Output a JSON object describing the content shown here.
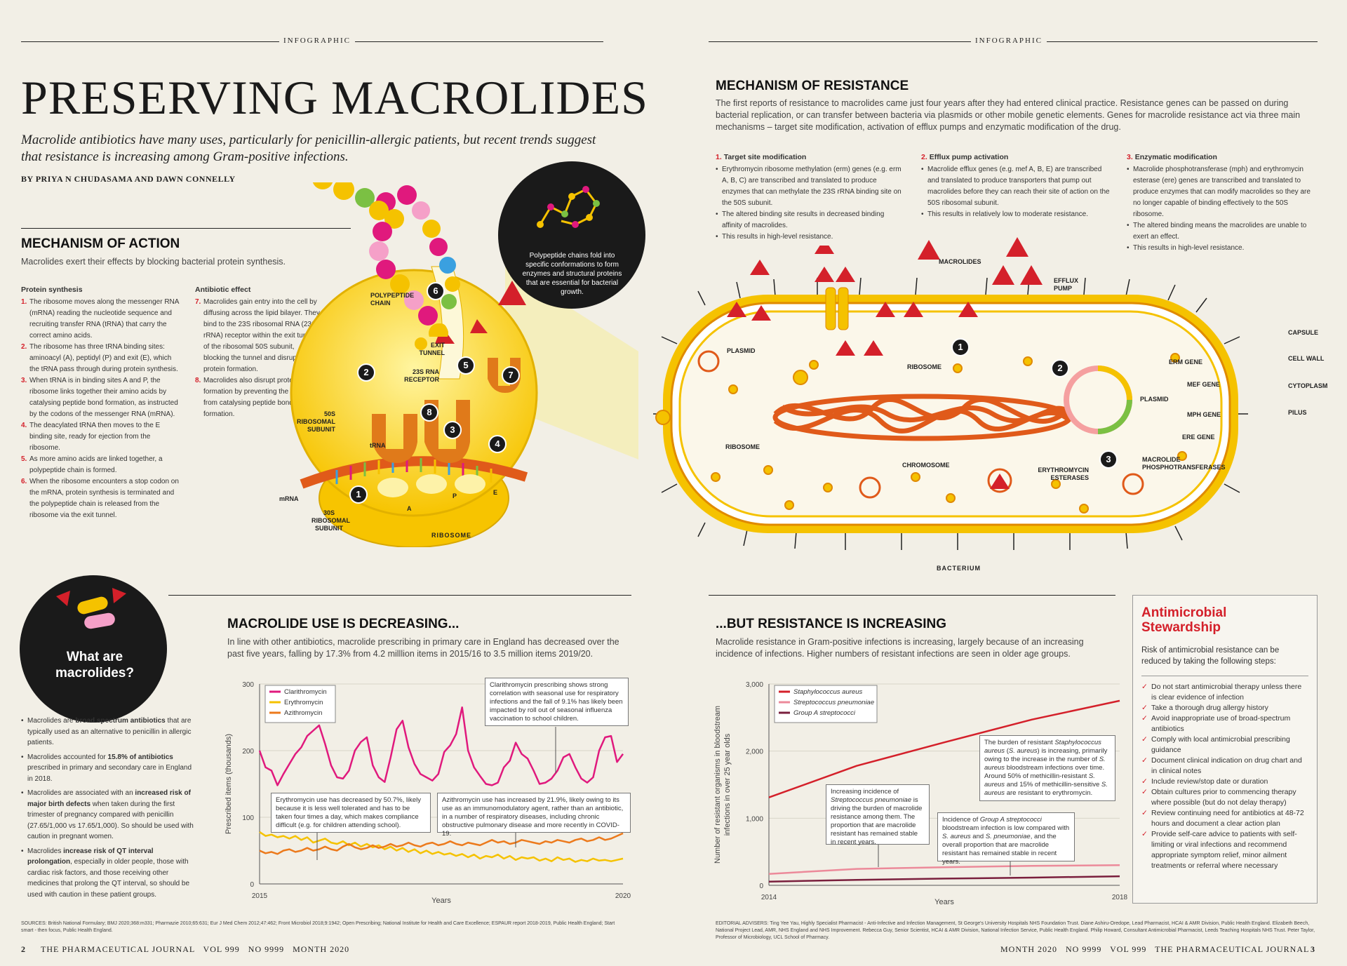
{
  "header": {
    "left_label": "INFOGRAPHIC",
    "right_label": "INFOGRAPHIC"
  },
  "title": "PRESERVING MACROLIDES",
  "subtitle": "Macrolide antibiotics have many uses, particularly for penicillin-allergic patients, but recent trends suggest that resistance is increasing among Gram-positive infections.",
  "byline": "BY PRIYA N CHUDASAMA AND DAWN CONNELLY",
  "action": {
    "heading": "MECHANISM OF ACTION",
    "intro": "Macrolides exert their effects by blocking bacterial protein synthesis.",
    "protein_heading": "Protein synthesis",
    "protein_steps": [
      {
        "n": "1.",
        "text": "The ribosome moves along the messenger RNA (mRNA) reading the nucleotide sequence and recruiting transfer RNA (tRNA) that carry the correct amino acids."
      },
      {
        "n": "2.",
        "text": "The ribosome has three tRNA binding sites: aminoacyl (A), peptidyl (P) and exit (E), which the tRNA pass through during protein synthesis."
      },
      {
        "n": "3.",
        "text": "When tRNA is in binding sites A and P, the ribosome links together their amino acids by catalysing peptide bond formation, as instructed by the codons of the messenger RNA (mRNA)."
      },
      {
        "n": "4.",
        "text": "The deacylated tRNA then moves to the E binding site, ready for ejection from the ribosome."
      },
      {
        "n": "5.",
        "text": "As more amino acids are linked together, a polypeptide chain is formed."
      },
      {
        "n": "6.",
        "text": "When the ribosome encounters a stop codon on the mRNA, protein synthesis is terminated and the polypeptide chain is released from the ribosome via the exit tunnel."
      }
    ],
    "effect_heading": "Antibiotic effect",
    "effect_steps": [
      {
        "n": "7.",
        "text": "Macrolides gain entry into the cell by diffusing across the lipid bilayer. They bind to the 23S ribosomal RNA (23S rRNA) receptor within the exit tunnel of the ribosomal 50S subunit, blocking the tunnel and disrupting protein formation."
      },
      {
        "n": "8.",
        "text": "Macrolides also disrupt protein formation by preventing the ribosome from catalysing peptide bond formation."
      }
    ],
    "bubble_text": "Polypeptide chains fold into specific conformations to form enzymes and structural proteins that are essential for bacterial growth.",
    "labels": {
      "polypeptide": "POLYPEPTIDE CHAIN",
      "exit_tunnel": "EXIT TUNNEL",
      "receptor": "23S RNA RECEPTOR",
      "s50": "50S RIBOSOMAL SUBUNIT",
      "trna": "tRNA",
      "mrna": "mRNA",
      "s30": "30S RIBOSOMAL SUBUNIT",
      "ribosome": "RIBOSOME",
      "a": "A",
      "p": "P",
      "e": "E"
    }
  },
  "resistance": {
    "heading": "MECHANISM OF RESISTANCE",
    "intro": "The first reports of resistance to macrolides came just four years after they had entered clinical practice. Resistance genes can be passed on during bacterial replication, or can transfer between bacteria via plasmids or other mobile genetic elements. Genes for macrolide resistance act via three main mechanisms – target site modification, activation of efflux pumps and enzymatic modification of the drug.",
    "mechanisms": [
      {
        "n": "1.",
        "title": "Target site modification",
        "bullets": [
          "Erythromycin ribosome methylation (erm) genes (e.g. erm A, B, C) are transcribed and translated to produce enzymes that can methylate the 23S rRNA binding site on the 50S subunit.",
          "The altered binding site results in decreased binding affinity of macrolides.",
          "This results in high-level resistance."
        ]
      },
      {
        "n": "2.",
        "title": "Efflux pump activation",
        "bullets": [
          "Macrolide efflux genes (e.g. mef A, B, E) are transcribed and translated to produce transporters that pump out macrolides before they can reach their site of action on the 50S ribosomal subunit.",
          "This results in relatively low to moderate resistance."
        ]
      },
      {
        "n": "3.",
        "title": "Enzymatic modification",
        "bullets": [
          "Macrolide phosphotransferase (mph) and erythromycin esterase (ere) genes are transcribed and translated to produce enzymes that can modify macrolides so they are no longer capable of binding effectively to the 50S ribosome.",
          "The altered binding means the macrolides are unable to exert an effect.",
          "This results in high-level resistance."
        ]
      }
    ],
    "labels": {
      "macrolides": "MACROLIDES",
      "efflux": "EFFLUX PUMP",
      "plasmid": "PLASMID",
      "ribosome_top": "RIBOSOME",
      "ribosome_left": "RIBOSOME",
      "chromosome": "CHROMOSOME",
      "erm": "ERM GENE",
      "mef": "MEF GENE",
      "plasmid2": "PLASMID",
      "mph": "MPH GENE",
      "ere": "ERE GENE",
      "esterases": "ERYTHROMYCIN ESTERASES",
      "phospho": "MACROLIDE PHOSPHOTRANSFERASES",
      "capsule": "CAPSULE",
      "cellwall": "CELL WALL",
      "cytoplasm": "CYTOPLASM",
      "pilus": "PILUS",
      "bacterium": "BACTERIUM"
    }
  },
  "what": {
    "title": "What are macrolides?",
    "bullets": [
      {
        "pre": "Macrolides are ",
        "bold": "broad spectrum antibiotics",
        "post": " that are typically used as an alternative to penicillin in allergic patients."
      },
      {
        "pre": "Macrolides accounted for ",
        "bold": "15.8% of antibiotics",
        "post": " prescribed in primary and secondary care in England in 2018."
      },
      {
        "pre": "Macrolides are associated with an ",
        "bold": "increased risk of major birth defects",
        "post": " when taken during the first trimester of pregnancy compared with penicillin (27.65/1,000 vs 17.65/1,000). So should be used with caution in pregnant women."
      },
      {
        "pre": "Macrolides ",
        "bold": "increase risk of QT interval prolongation",
        "post": ", especially in older people, those with cardiac risk factors, and those receiving other medicines that prolong the QT interval, so should be used with caution in these patient groups."
      }
    ]
  },
  "use": {
    "heading": "MACROLIDE USE IS DECREASING...",
    "intro": "In line with other antibiotics, macrolide prescribing in primary care in England has decreased over the past five years, falling by 17.3% from 4.2 milllion items in 2015/16 to 3.5 million items 2019/20.",
    "annot_clari": "Clarithromycin prescribing shows strong correlation with seasonal use for respiratory infections and the fall of 9.1% has likely been impacted by roll out of seasonal influenza vaccination to school children.",
    "annot_ery": "Erythromycin use has decreased by 50.7%, likely because it is less well tolerated and has to be taken four times a day, which makes compliance difficult (e.g. for children attending school).",
    "annot_azi": "Azithromycin use has increased by 21.9%, likely owing to its use as an immunomodulatory agent, rather than an antibiotic, in a number of respiratory diseases, including chronic obstructive pulmonary disease and more recently in COVID-19."
  },
  "resist": {
    "heading": "...BUT RESISTANCE IS INCREASING",
    "intro": "Macrolide resistance in Gram-positive infections is increasing, largely because of an increasing incidence of infections. Higher numbers of resistant infections are seen in older age groups.",
    "annot_incidence": "Increasing incidence of Streptococcus pneumoniae is driving the burden of macrolide resistance among them. The proportion that are macrolide resistant has remained stable in recent years.",
    "annot_staph": "The burden of resistant Staphylococcus aureus (S. aureus) is increasing, primarily owing to the increase in the number of S. aureus bloodstream infections over time. Around 50% of methicillin-resistant S. aureus and 15% of methicillin-sensitive S. aureus are resistant to erythromycin.",
    "annot_groupa": "Incidence of Group A streptococci bloodstream infection is low compared with S. aureus and S. pneumoniae, and the overall proportion that are macrolide resistant has remained stable in recent years."
  },
  "chart_data": [
    {
      "type": "line",
      "title": "",
      "xlabel": "Years",
      "ylabel": "Prescribed items (thousands)",
      "xlim": [
        2015,
        2020
      ],
      "ylim": [
        0,
        300
      ],
      "yticks": [
        0,
        100,
        200,
        300
      ],
      "xticks": [
        "2015",
        "2020"
      ],
      "legend": "top-left",
      "colors": {
        "Clarithromycin": "#e0197d",
        "Erythromycin": "#f5c200",
        "Azithromycin": "#ec7a1c"
      },
      "series": [
        {
          "name": "Clarithromycin",
          "values": [
            200,
            175,
            170,
            148,
            165,
            180,
            195,
            205,
            222,
            230,
            238,
            210,
            178,
            160,
            158,
            170,
            200,
            213,
            220,
            178,
            160,
            153,
            190,
            232,
            245,
            205,
            180,
            165,
            160,
            155,
            165,
            198,
            208,
            225,
            265,
            200,
            175,
            162,
            150,
            148,
            152,
            175,
            185,
            212,
            195,
            188,
            170,
            150,
            152,
            158,
            170,
            190,
            195,
            175,
            158,
            152,
            160,
            200,
            220,
            222,
            183,
            195
          ]
        },
        {
          "name": "Erythromycin",
          "values": [
            78,
            72,
            74,
            70,
            72,
            68,
            72,
            66,
            70,
            62,
            65,
            68,
            62,
            60,
            64,
            58,
            62,
            56,
            60,
            55,
            58,
            52,
            56,
            50,
            54,
            48,
            52,
            46,
            50,
            45,
            48,
            44,
            46,
            42,
            45,
            40,
            44,
            38,
            42,
            40,
            44,
            38,
            42,
            36,
            40,
            38,
            40,
            35,
            38,
            34,
            40,
            36,
            38,
            33,
            36,
            34,
            38,
            35,
            36,
            34,
            36,
            38
          ]
        },
        {
          "name": "Azithromycin",
          "values": [
            50,
            46,
            48,
            45,
            50,
            52,
            48,
            50,
            54,
            50,
            52,
            56,
            52,
            50,
            56,
            60,
            55,
            52,
            54,
            58,
            54,
            56,
            60,
            56,
            58,
            62,
            58,
            56,
            60,
            62,
            58,
            60,
            64,
            60,
            58,
            62,
            60,
            58,
            62,
            66,
            62,
            64,
            60,
            62,
            66,
            64,
            62,
            60,
            64,
            62,
            66,
            64,
            62,
            66,
            68,
            64,
            66,
            70,
            66,
            68,
            72,
            76
          ]
        }
      ]
    },
    {
      "type": "line",
      "title": "",
      "xlabel": "Years",
      "ylabel": "Number of resistant organisms in bloodstream infections in over 25 year olds",
      "xlim": [
        2014,
        2018
      ],
      "ylim": [
        0,
        3000
      ],
      "yticks": [
        0,
        1000,
        2000,
        3000
      ],
      "ytick_labels": [
        "0",
        "1,000",
        "2,000",
        "3,000"
      ],
      "xticks": [
        "2014",
        "2018"
      ],
      "legend": "top-left",
      "colors": {
        "Staphylococcus aureus": "#d4202a",
        "Streptococcus pneumoniae": "#ec8a9a",
        "Group A streptococci": "#7a1f3d"
      },
      "x": [
        2014,
        2015,
        2016,
        2017,
        2018
      ],
      "series": [
        {
          "name": "Staphylococcus aureus",
          "values": [
            1310,
            1780,
            2130,
            2470,
            2750
          ]
        },
        {
          "name": "Streptococcus pneumoniae",
          "values": [
            170,
            245,
            270,
            290,
            300
          ]
        },
        {
          "name": "Group A streptococci",
          "values": [
            55,
            80,
            100,
            115,
            135
          ]
        }
      ]
    }
  ],
  "stewardship": {
    "title": "Antimicrobial Stewardship",
    "intro": "Risk of antimicrobial resistance can be reduced by taking the following steps:",
    "items": [
      "Do not start antimicrobial therapy unless there is clear evidence of infection",
      "Take a thorough drug allergy history",
      "Avoid inappropriate use of broad-spectrum antibiotics",
      "Comply with local antimicrobial prescribing guidance",
      "Document clinical indication on drug chart and in clinical notes",
      "Include review/stop date or duration",
      "Obtain cultures prior to commencing therapy where possible (but do not delay therapy)",
      "Review continuing need for antibiotics at 48-72 hours and document a clear action plan",
      "Provide self-care advice to patients with self-limiting or viral infections and recommend appropriate symptom relief, minor ailment treatments or referral where necessary"
    ]
  },
  "sources": "SOURCES: British National Formulary; BMJ 2020;368:m331; Pharmazie 2010;65:631; Eur J Med Chem 2012;47:462; Front Microbiol 2018;9:1942; Open Prescribing; National Institute for Health and Care Excellence; ESPAUR report 2018-2019, Public Health England; Start smart - then focus, Public Health England.",
  "advisers": "EDITORIAL ADVISERS: Ting Yee Yau, Highly Specialist Pharmacist - Anti-Infective and Infection Management, St George's University Hospitals NHS Foundation Trust. Diane Ashiru-Oredope, Lead Pharmacist, HCAI & AMR Division, Public Health England. Elizabeth Beech, National Project Lead, AMR, NHS England and NHS Improvement. Rebecca Guy, Senior Scientist, HCAI & AMR Division, National Infection Service, Public Health England. Philip Howard, Consultant Antimicrobial Pharmacist, Leeds Teaching Hospitals NHS Trust. Peter Taylor, Professor of Microbiology, UCL School of Pharmacy.",
  "footer": {
    "left_page": "2",
    "left_text": "THE PHARMACEUTICAL JOURNAL   VOL 999   NO 9999   MONTH 2020",
    "right_text": "MONTH 2020   NO 9999   VOL 999   THE PHARMACEUTICAL JOURNAL",
    "right_page": "3"
  }
}
